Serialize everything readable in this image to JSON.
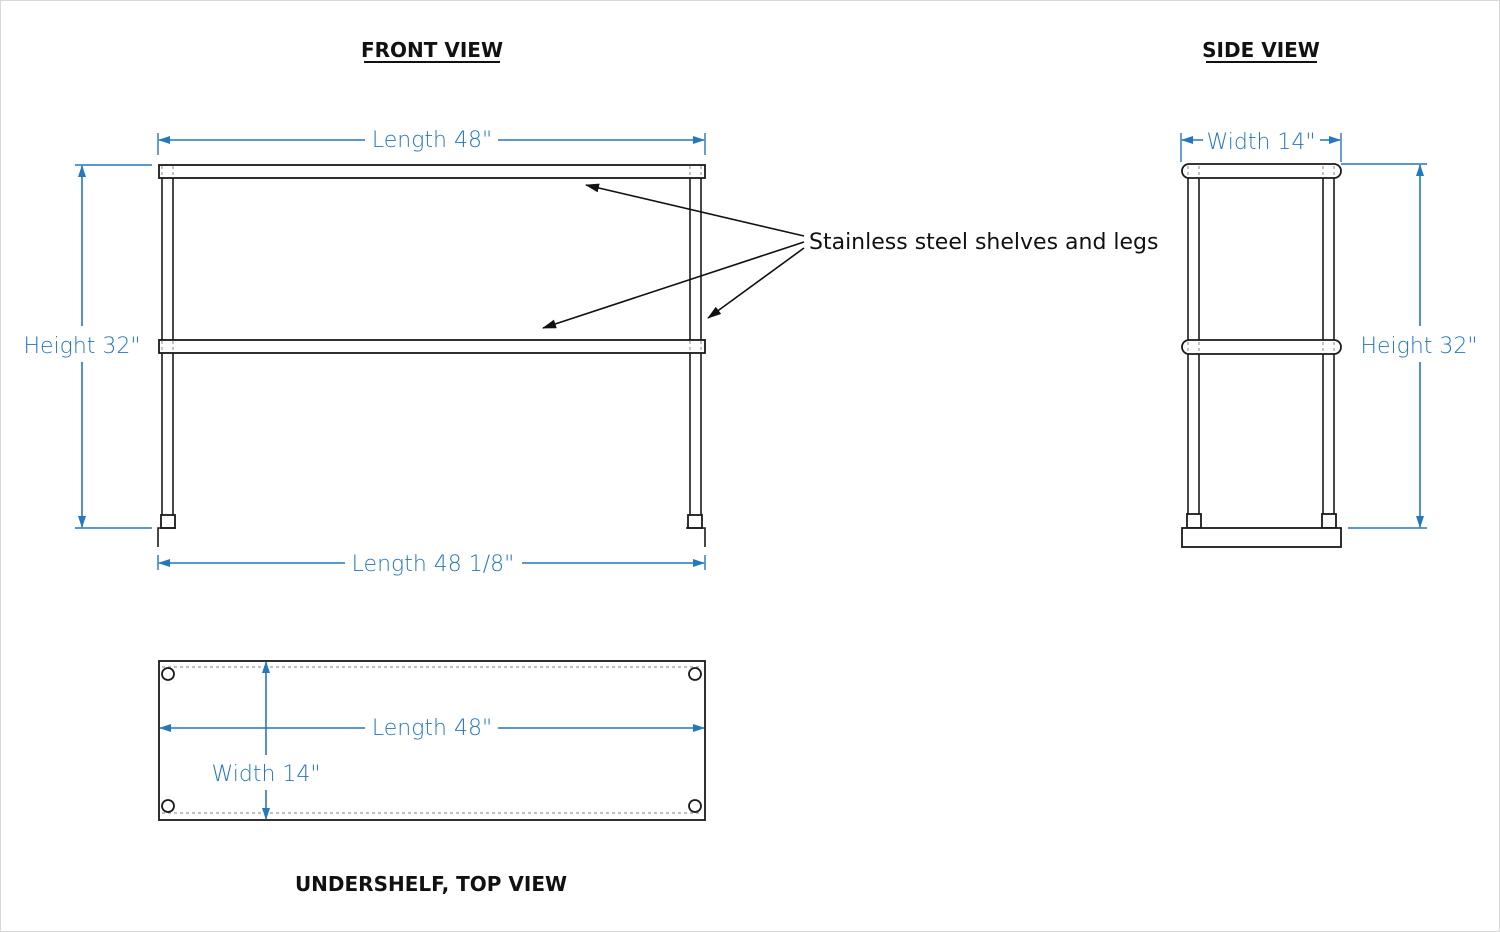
{
  "titles": {
    "front_view": "FRONT VIEW",
    "side_view": "SIDE VIEW",
    "top_view": "UNDERSHELF, TOP VIEW"
  },
  "front_view": {
    "length_top": "Length 48\"",
    "length_bottom": "Length 48 1/8\"",
    "height": "Height 32\""
  },
  "side_view": {
    "width": "Width 14\"",
    "height": "Height 32\""
  },
  "top_view": {
    "length": "Length 48\"",
    "width": "Width 14\""
  },
  "callout": {
    "text": "Stainless steel shelves and legs"
  },
  "colors": {
    "dimension": "#2577c0",
    "line": "#1a1a1a",
    "background": "#ffffff"
  }
}
